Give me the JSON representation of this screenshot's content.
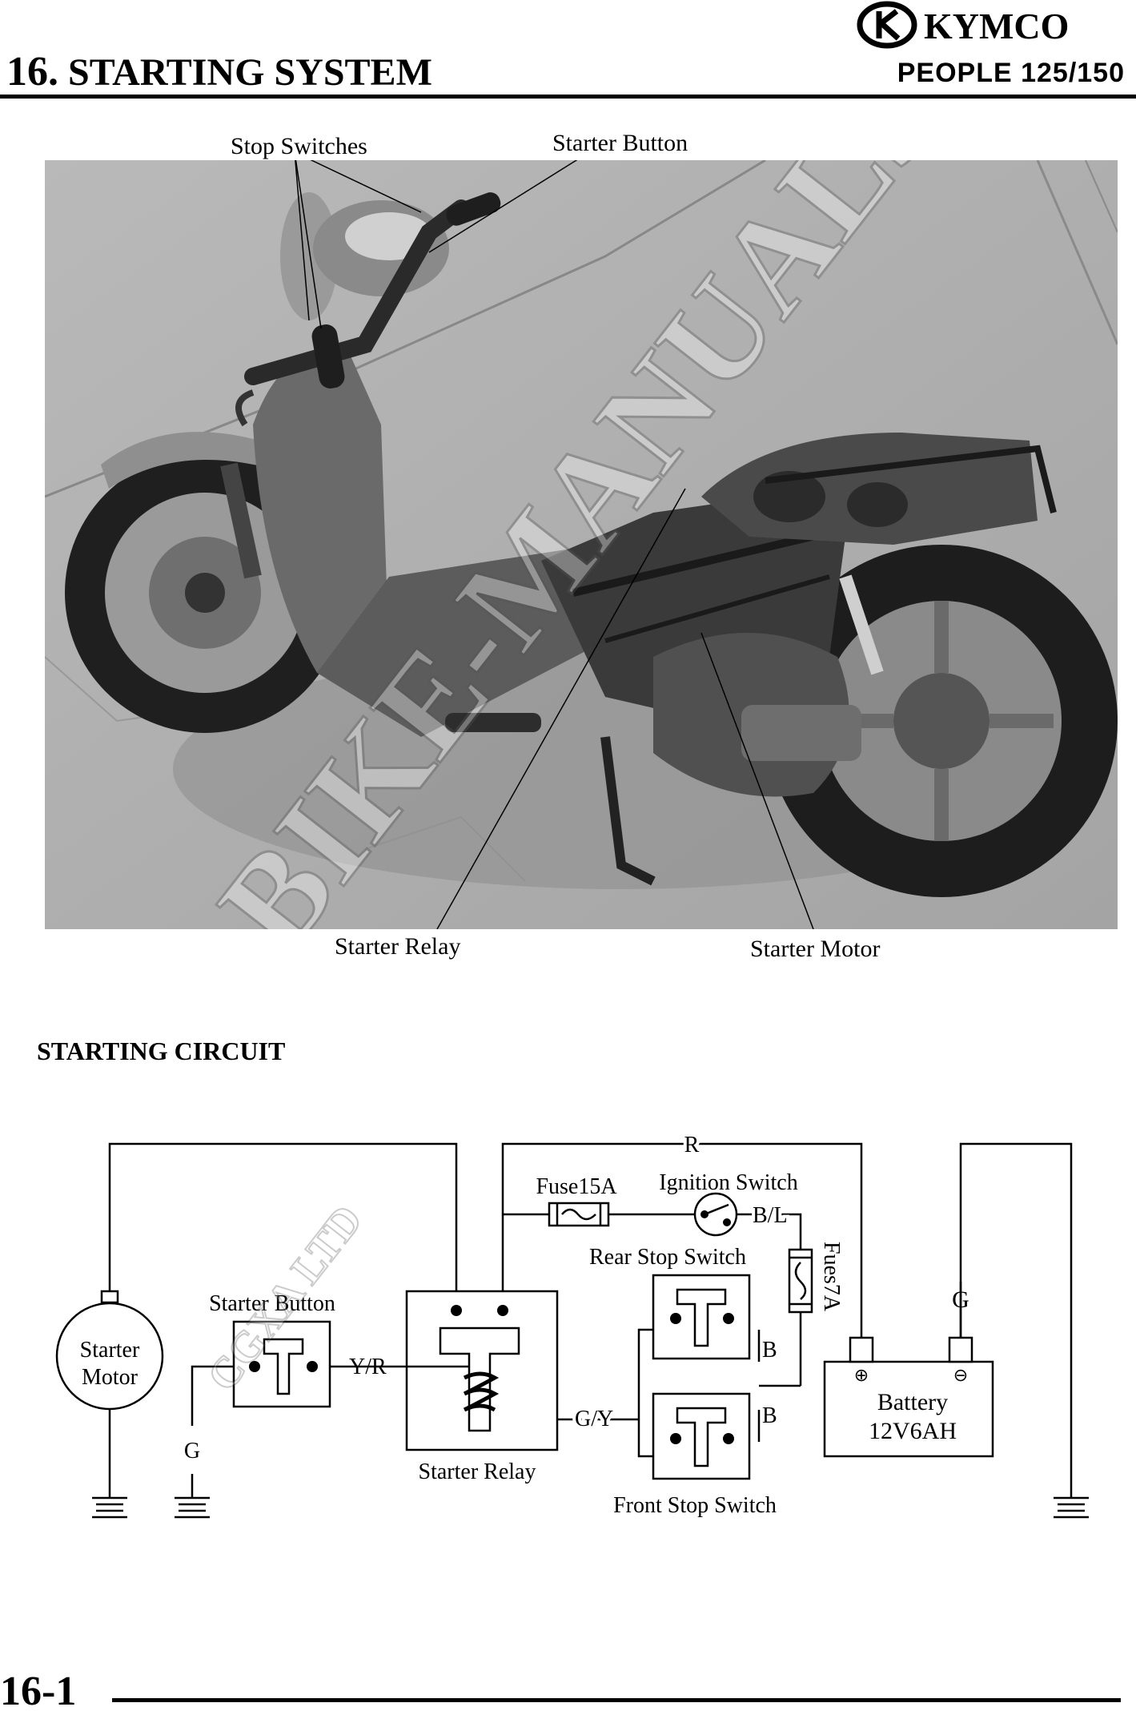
{
  "header": {
    "chapter_number": "16.",
    "chapter_title": "STARTING SYSTEM",
    "brand": "KYMCO",
    "model": "PEOPLE 125/150"
  },
  "photo": {
    "callouts": {
      "stop_switches": "Stop Switches",
      "starter_button": "Starter Button",
      "starter_relay": "Starter Relay",
      "starter_motor": "Starter Motor"
    },
    "watermark": "BIKE-MANUALS"
  },
  "circuit": {
    "heading": "STARTING CIRCUIT",
    "labels": {
      "r": "R",
      "fuse15a": "Fuse15A",
      "ignition_switch": "Ignition Switch",
      "bl": "B/L",
      "rear_stop_switch": "Rear Stop Switch",
      "fuse7a": "Fues7A",
      "starter_button": "Starter Button",
      "starter_motor_line1": "Starter",
      "starter_motor_line2": "Motor",
      "yr": "Y/R",
      "gy": "G/Y",
      "b1": "B",
      "b2": "B",
      "g_left": "G",
      "g_right": "G",
      "starter_relay": "Starter Relay",
      "front_stop_switch": "Front Stop Switch",
      "battery_line1": "Battery",
      "battery_line2": "12V6AH",
      "plus": "⊕",
      "minus": "⊖"
    },
    "watermark": "CGXA LTD"
  },
  "footer": {
    "page_number": "16-1"
  }
}
